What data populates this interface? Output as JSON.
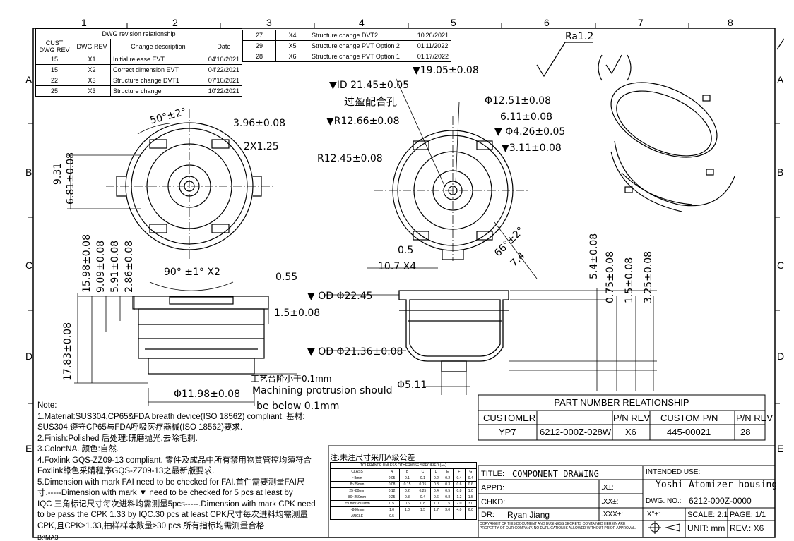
{
  "grid": {
    "columns": [
      "1",
      "2",
      "3",
      "4",
      "5",
      "6",
      "7",
      "8"
    ],
    "rows": [
      "A",
      "B",
      "C",
      "D",
      "E"
    ]
  },
  "revision_table": {
    "title": "DWG revision relationship",
    "headers": [
      "CUST DWG REV",
      "DWG REV",
      "Change description",
      "Date"
    ],
    "rows": [
      [
        "15",
        "X1",
        "Initial release  EVT",
        "04'10/2021"
      ],
      [
        "15",
        "X2",
        "Correct dimension  EVT",
        "04'22/2021"
      ],
      [
        "22",
        "X3",
        "Structure change   DVT1",
        "07'10/2021"
      ],
      [
        "25",
        "X3",
        "Structure change",
        "10'22/2021"
      ]
    ],
    "rows_right": [
      [
        "27",
        "X4",
        "Structure change   DVT2",
        "10'26/2021"
      ],
      [
        "29",
        "X5",
        "Structure change   PVT Option 2",
        "01'11/2022"
      ],
      [
        "28",
        "X6",
        "Structure change   PVT Option 1",
        "01'17/2022"
      ]
    ]
  },
  "roughness": {
    "label": "Ra1.2",
    "symbol": "(√)"
  },
  "dims_left_view": {
    "angle_50": "50°±2°",
    "d_396": "3.96±0.08",
    "d_2x125": "2X1.25",
    "d_931": "9.31",
    "d_681": "6.81±0.08",
    "angle_90": "90° ±1° X2",
    "d_1598": "15.98±0.08",
    "d_909": "9.09±0.08",
    "d_591": "5.91±0.08",
    "d_286": "2.86±0.08",
    "d_055": "0.55",
    "d_15": "1.5±0.08",
    "d_1783": "17.83±0.08",
    "d_1198": "Φ11.98±0.08",
    "craft_note": "工艺台阶小于0.1mm",
    "machining_note_1": "Machining protrusion should",
    "machining_note_2": "be below 0.1mm"
  },
  "dims_center_view": {
    "id_2145": "▼ID 21.45±0.05",
    "d_1905": "▼19.05±0.08",
    "press_fit": "过盈配合孔",
    "d_1251": "Φ12.51±0.08",
    "r_1266": "▼R12.66±0.08",
    "d_611": "6.11±0.08",
    "d_426": "▼ Φ4.26±0.05",
    "d_311": "▼3.11±0.08",
    "r_1245": "R12.45±0.08",
    "d_05": "0.5",
    "d_107": "10.7  X4",
    "angle_66": "66°±2°",
    "d_74": "7.4",
    "od_2245": "▼ OD Φ22.45",
    "od_2136": "▼ OD Φ21.36±0.08",
    "d_511": "Φ5.11",
    "d_54": "5.4±0.08",
    "d_075": "0.75±0.08",
    "d_15b": "1.5±0.08",
    "d_325": "3.25±0.08"
  },
  "notes": [
    "Note:",
    "1.Material:SUS304,CP65&FDA breath device(ISO 18562) compliant.   基材:",
    "SUS304,遵守CP65与FDA呼吸医疗器械(ISO 18562)要求.",
    "2.Finish:Polished   后处理:研磨抛光,去除毛刺.",
    "3.Color:NA.  颜色:自然.",
    "4.Foxlink GQS-ZZ09-13 compliant.   零件及成品中所有禁用物質管控均須符合",
    "Foxlink綠色采購程序GQS-ZZ09-13之最新版要求.",
    "5.Dimension with mark FAI need to be checked for FAI.首件需要测量FAI尺",
    "寸.-----Dimension with mark ▼ need to be checked for 5 pcs at least by",
    "IQC 三角标记尺寸每次进料均需测量5pcs-----.Dimension with mark CPK need",
    "to be pass the CPK 1.33 by IQC.30 pcs at least CPK尺寸每次进料均需测量",
    "CPK,且CPK≥1.33,抽样样本数量≥30 pcs   所有指标均需测量合格"
  ],
  "tolerance": {
    "heading": "注:未注尺寸采用A级公差",
    "subheading": "TOLERANCE UNLESS OTHERWISE SPECIFIED (+/-)",
    "headers": [
      "CLASS",
      "A",
      "B",
      "C",
      "D",
      "E",
      "F",
      "G"
    ],
    "rows": [
      [
        "~8mm",
        "0.05",
        "0.1",
        "0.1",
        "0.2",
        "0.2",
        "0.4",
        "0.4"
      ],
      [
        "8~25mm",
        "0.08",
        "0.15",
        "0.15",
        "0.3",
        "0.3",
        "0.6",
        "0.6"
      ],
      [
        "25~80mm",
        "0.12",
        "0.2",
        "0.25",
        "0.4",
        "0.5",
        "0.8",
        "1.0"
      ],
      [
        "80~250mm",
        "0.25",
        "0.3",
        "0.4",
        "0.6",
        "0.8",
        "1.2",
        "1.5"
      ],
      [
        "250mm~800mm",
        "0.5",
        "0.6",
        "0.8",
        "1.0",
        "1.5",
        "2.0",
        "3.0"
      ],
      [
        "~800mm",
        "1.0",
        "1.0",
        "1.5",
        "1.7",
        "3.0",
        "4.0",
        "6.0"
      ],
      [
        "ANGLE",
        "0.5",
        "",
        "",
        "",
        "",
        "",
        ""
      ]
    ]
  },
  "part_number": {
    "title": "PART NUMBER RELATIONSHIP",
    "headers": [
      "CUSTOMER",
      "",
      "P/N REV",
      "CUSTOM P/N",
      "P/N REV"
    ],
    "row": [
      "YP7",
      "6212-000Z-028W",
      "X6",
      "445-00021",
      "28"
    ]
  },
  "title_block": {
    "title_label": "TITLE:",
    "title": "COMPONENT DRAWING",
    "appd": "APPD:",
    "chkd": "CHKD:",
    "dr_label": "DR:",
    "dr": "Ryan Jiang",
    "x_tol": ".X±:",
    "xx_tol": ".XX±:",
    "xxx_tol": ".XXX±:",
    "angle_tol": ".X°±:",
    "intended_label": "INTENDED USE:",
    "intended": "Yoshi Atomizer housing",
    "dwg_label": "DWG. NO.:",
    "dwg_no": "6212-000Z-0000",
    "scale": "SCALE: 2:1",
    "page": "PAGE: 1/1",
    "unit": "UNIT: mm",
    "rev": "REV.: X6",
    "copyright": "COPYRIGHT OF THIS DOCUMENT AND BUSINESS SECRETS CONTAINED HEREIN ARE PROPERTY OF OUR COMPANY. NO DUPLICATION IS ALLOWED WITHOUT PRIOR APPROVAL."
  },
  "sheet": "B:\\MA3"
}
